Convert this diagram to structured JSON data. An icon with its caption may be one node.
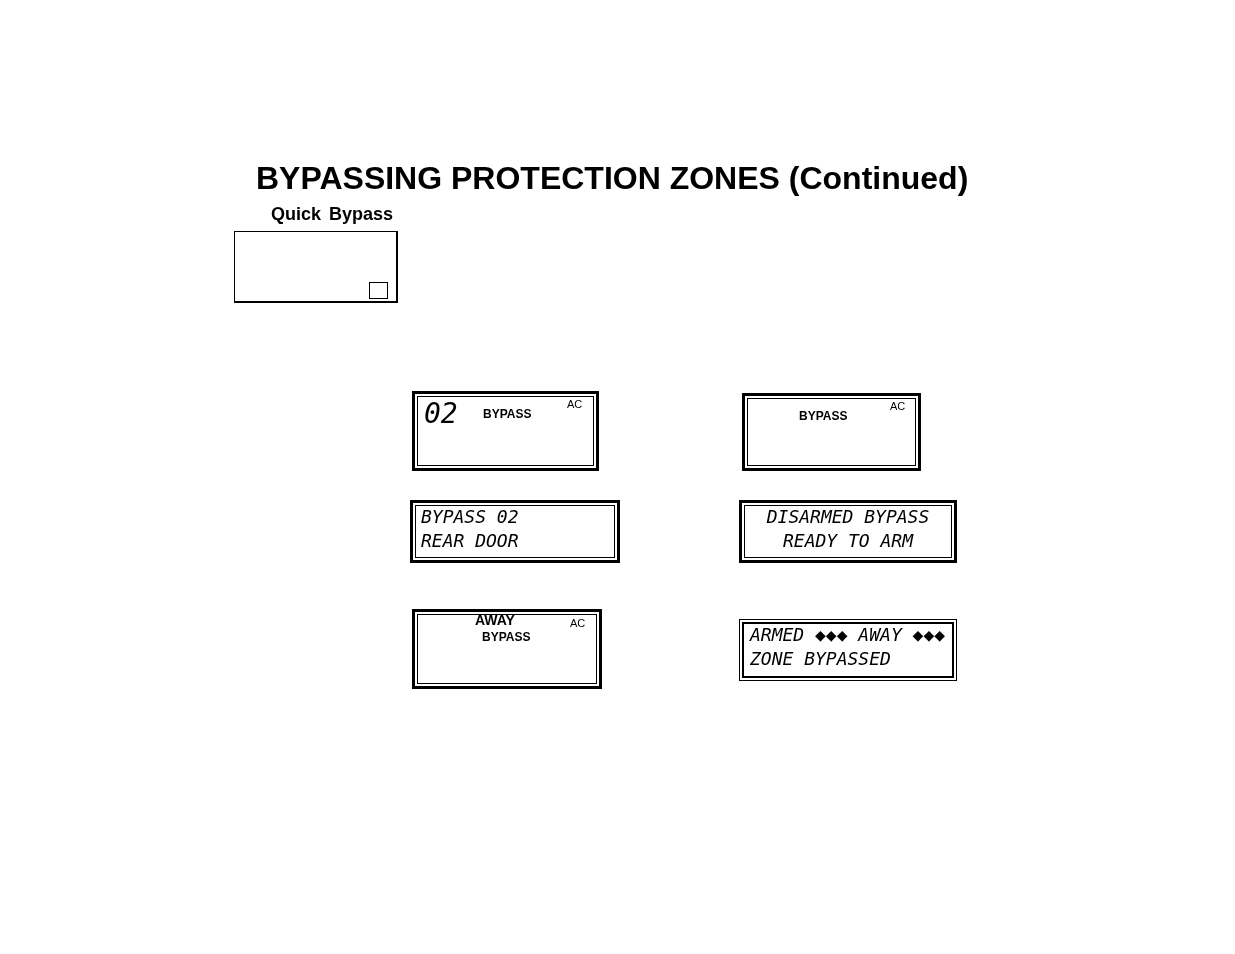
{
  "diagram": {
    "title": "BYPASSING PROTECTION ZONES (Continued)",
    "nodes": [
      {
        "text": [
          "Quick Bypass"
        ]
      },
      {
        "text": [
          "02",
          "BYPASS",
          "AC"
        ]
      },
      {
        "text": [
          "BYPASS",
          "AC"
        ]
      },
      {
        "text": [
          "BYPASS 02",
          "REAR DOOR"
        ]
      },
      {
        "text": [
          "DISARMED BYPASS",
          "READY TO ARM"
        ]
      },
      {
        "text": [
          "AWAY",
          "BYPASS",
          "AC"
        ]
      },
      {
        "text": [
          "ARMED ◆◆◆ AWAY ◆◆◆",
          "ZONE BYPASSED"
        ]
      }
    ]
  }
}
